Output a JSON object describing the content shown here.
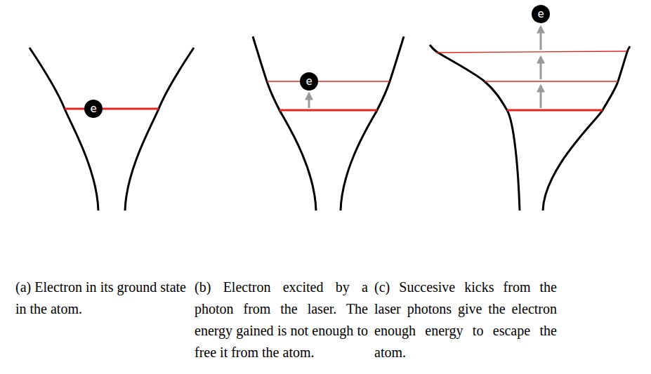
{
  "diagram": {
    "nodes": [
      {
        "text": [
          "e"
        ]
      },
      {
        "text": [
          "e"
        ]
      },
      {
        "text": [
          "e"
        ]
      }
    ],
    "labels": [
      "(a) Electron in its ground state in the atom.",
      "(b) Electron excited by a photon from the laser. The energy gained is not enough to free it from the atom.",
      "(c) Succesive kicks from the laser photons give the electron enough energy to escape the atom."
    ]
  }
}
